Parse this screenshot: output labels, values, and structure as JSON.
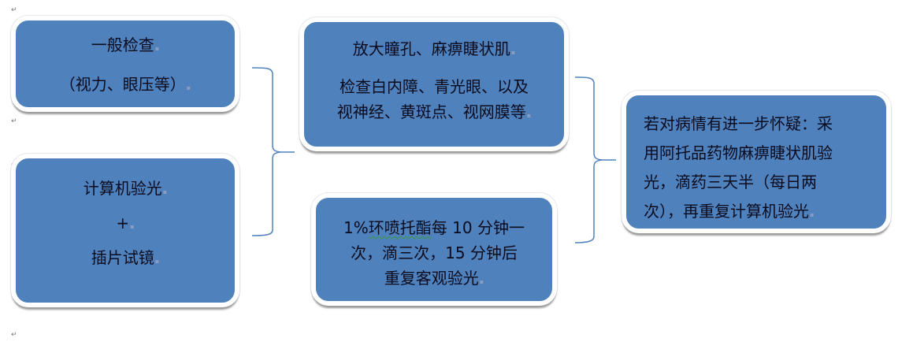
{
  "diagram": {
    "fill_color": "#4F81BD",
    "text_color": "#0B0B1E",
    "bracket_color": "#4F81BD",
    "paragraph_mark": "↵",
    "boxes": {
      "general_exam": {
        "lines": [
          "一般检查",
          "（视力、眼压等）"
        ]
      },
      "computer_refraction": {
        "lines": [
          "计算机验光",
          "+",
          "插片试镜"
        ]
      },
      "dilate_pupil": {
        "lines": [
          "放大瞳孔、麻痹睫状肌",
          "检查白内障、青光眼、以及",
          "视神经、黄斑点、视网膜等"
        ]
      },
      "cyclopentolate": {
        "line1_prefix": "1%",
        "line1_underlined": "环喷托酯",
        "line1_suffix": "每 10 分钟一",
        "lines": [
          "次，滴三次，15 分钟后",
          "重复客观验光"
        ]
      },
      "atropine_followup": {
        "lines": [
          "若对病情有进一步怀疑：采",
          "用阿托品药物麻痹睫状肌验",
          "光，滴药三天半（每日两",
          "次），再重复计算机验光"
        ]
      }
    },
    "connectors": [
      {
        "type": "right-brace",
        "from": [
          "general_exam",
          "computer_refraction"
        ],
        "to": "dilate_pupil"
      },
      {
        "type": "right-brace",
        "from": [
          "dilate_pupil",
          "cyclopentolate"
        ],
        "to": "atropine_followup"
      }
    ]
  }
}
